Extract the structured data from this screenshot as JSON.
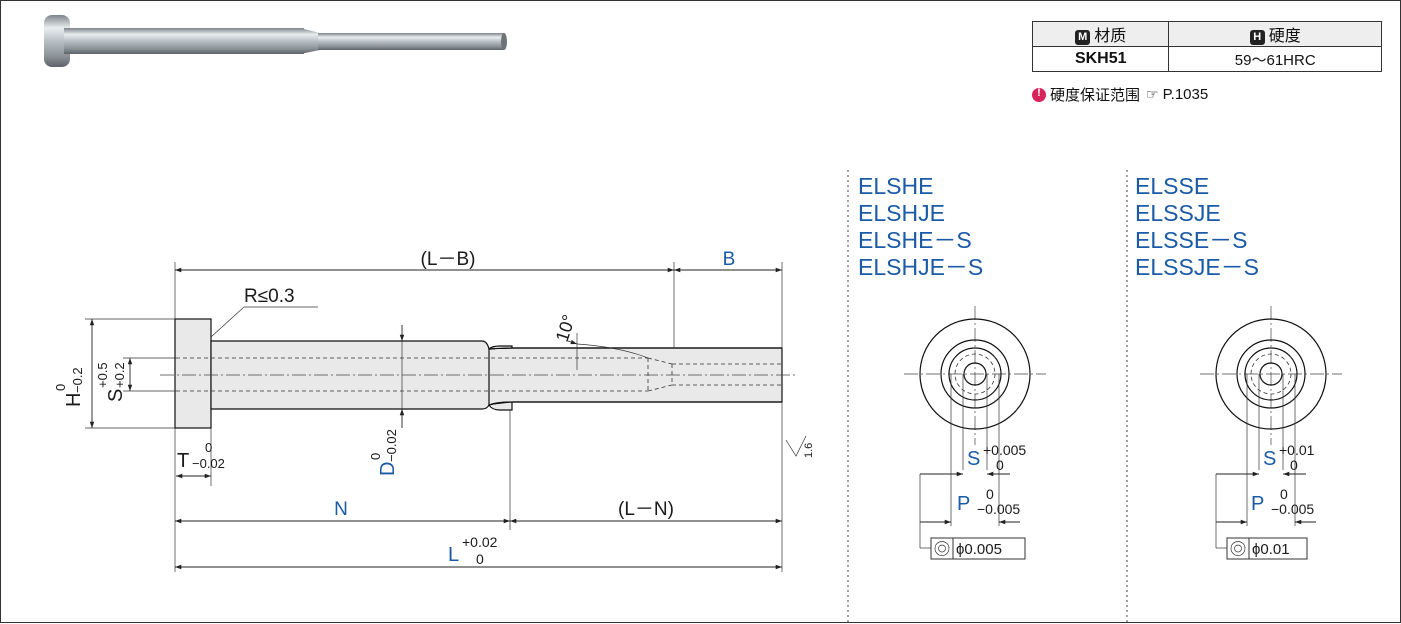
{
  "spec_table": {
    "material_badge": "M",
    "material_header": "材质",
    "hardness_badge": "H",
    "hardness_header": "硬度",
    "material_value": "SKH51",
    "hardness_value": "59～61HRC"
  },
  "hardness_note": {
    "text": "硬度保证范围",
    "page_ref": "P.1035",
    "icons": [
      "warning-pin-icon",
      "pointing-hand-icon"
    ]
  },
  "dimensions": {
    "l_minus_b": "(L－B)",
    "b": "B",
    "radius": "R≤0.3",
    "angle": "10°",
    "h_label": "H",
    "h_upper": "0",
    "h_lower": "−0.2",
    "s_label": "S",
    "s_upper": "+0.5",
    "s_lower": "+0.2",
    "t_label": "T",
    "t_upper": "0",
    "t_lower": "−0.02",
    "d_label": "D",
    "d_upper": "0",
    "d_lower": "−0.02",
    "roughness": "1.6",
    "n": "N",
    "l_minus_n": "(L－N)",
    "l_label": "L",
    "l_upper": "+0.02",
    "l_lower": "0"
  },
  "variant_left": {
    "names": [
      "ELSHE",
      "ELSHJE",
      "ELSHE－S",
      "ELSHJE－S"
    ],
    "s_label": "S",
    "s_upper": "+0.005",
    "s_lower": "0",
    "p_label": "P",
    "p_upper": "0",
    "p_lower": "−0.005",
    "concentricity": "ϕ0.005"
  },
  "variant_right": {
    "names": [
      "ELSSE",
      "ELSSJE",
      "ELSSE－S",
      "ELSSJE－S"
    ],
    "s_label": "S",
    "s_upper": "+0.01",
    "s_lower": "0",
    "p_label": "P",
    "p_upper": "0",
    "p_lower": "−0.005",
    "concentricity": "ϕ0.01"
  },
  "colors": {
    "accent_blue": "#1a5aa6",
    "warning_pink": "#d8245a"
  }
}
